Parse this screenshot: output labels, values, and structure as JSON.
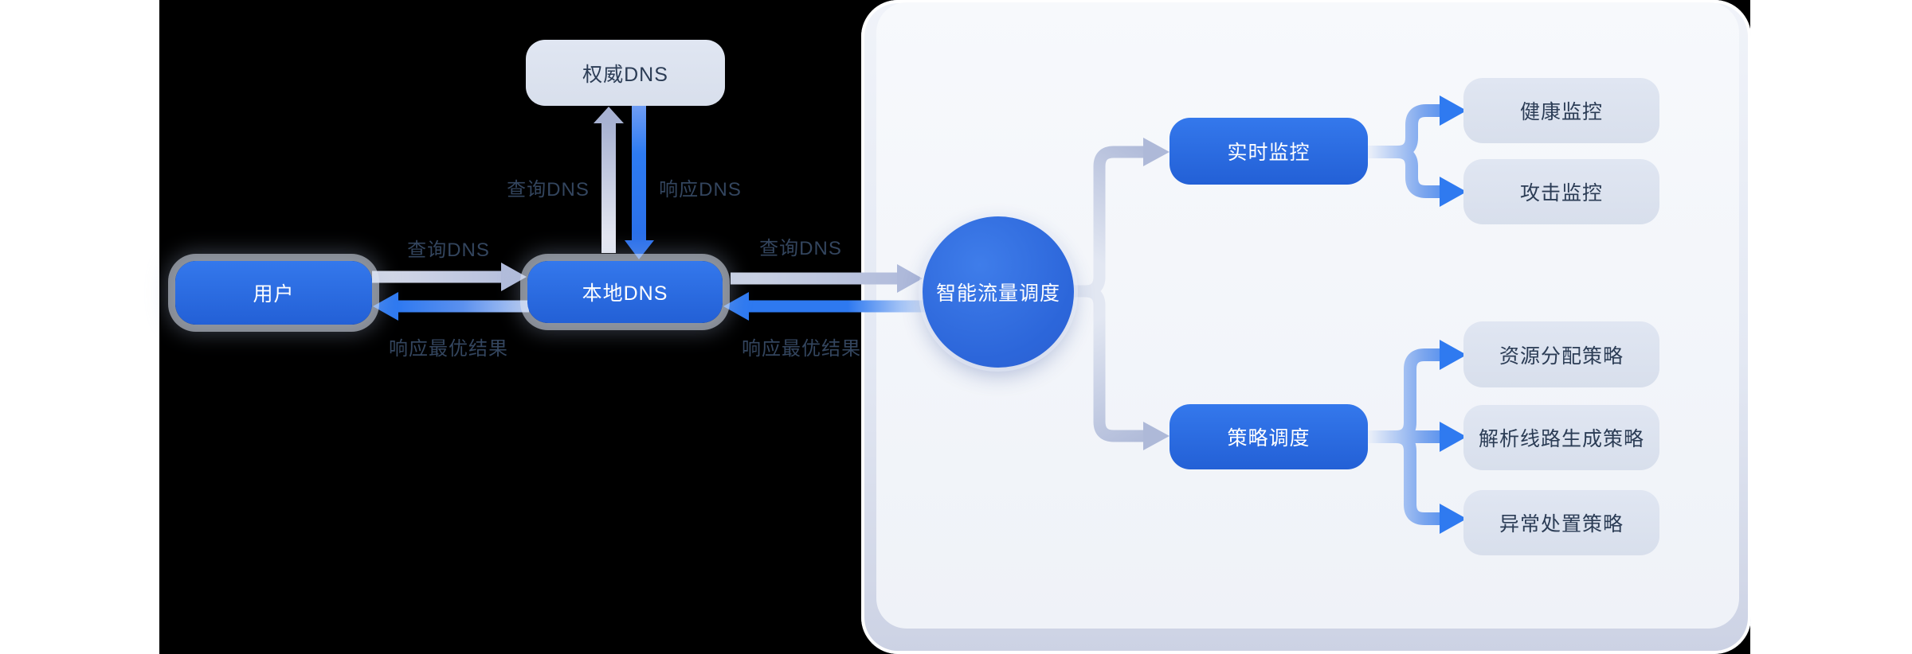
{
  "diagram": {
    "left": {
      "user_node": "用户",
      "local_dns_node": "本地DNS",
      "auth_dns_node": "权威DNS",
      "edges": {
        "user_query": "查询DNS",
        "user_response": "响应最优结果",
        "auth_query": "查询DNS",
        "auth_response": "响应DNS",
        "hub_query": "查询DNS",
        "hub_response": "响应最优结果"
      }
    },
    "hub_node": "智能流量调度",
    "right": {
      "monitor_node": "实时监控",
      "monitor_children": [
        {
          "label": "健康监控"
        },
        {
          "label": "攻击监控"
        }
      ],
      "policy_node": "策略调度",
      "policy_children": [
        {
          "label": "资源分配策略"
        },
        {
          "label": "解析线路生成策略"
        },
        {
          "label": "异常处置策略"
        }
      ]
    },
    "colors": {
      "node_blue": "#2e6fe0",
      "node_gray": "#dce2ee",
      "arrow_blue": "#2f7af0",
      "arrow_lavender": "#aeb9d8",
      "panel_bg": "#f4f6fa",
      "label_text": "#33455e",
      "background": "#000000"
    }
  }
}
